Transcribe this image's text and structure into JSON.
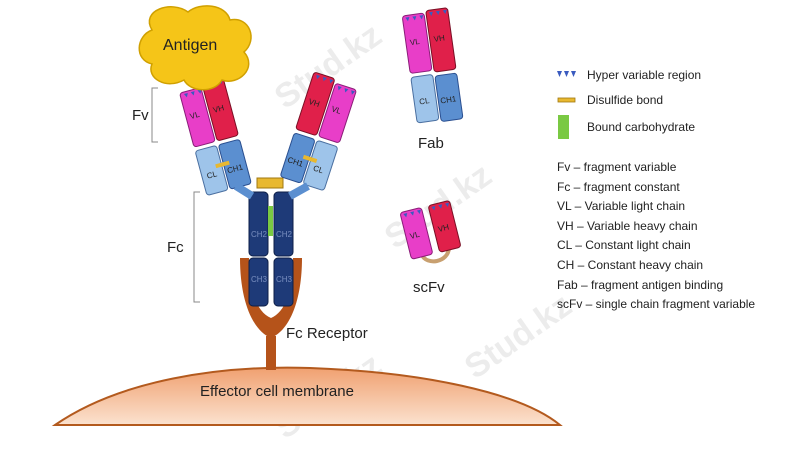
{
  "labels": {
    "antigen": "Antigen",
    "fv": "Fv",
    "fc": "Fc",
    "fab": "Fab",
    "scfv": "scFv",
    "fc_receptor": "Fc Receptor",
    "membrane": "Effector cell membrane",
    "watermark": "Stud.kz"
  },
  "domains": {
    "vl": "VL",
    "vh": "VH",
    "cl": "CL",
    "ch1": "CH1",
    "ch2": "CH2",
    "ch3": "CH3"
  },
  "legend": {
    "items": [
      {
        "text": "Hyper variable region"
      },
      {
        "text": "Disulfide bond"
      },
      {
        "text": "Bound carbohydrate"
      }
    ],
    "abbreviations": [
      "Fv – fragment variable",
      "Fc – fragment constant",
      "VL – Variable light chain",
      "VH – Variable heavy chain",
      "CL – Constant light chain",
      "CH – Constant heavy chain",
      "Fab – fragment antigen binding",
      "scFv – single chain fragment variable"
    ]
  },
  "colors": {
    "antigen": "#f5c518",
    "vl": "#e83ec8",
    "vh": "#e0204a",
    "constant_light": "#9ec4ea",
    "constant_heavy": "#5b8fd0",
    "fc_dark": "#1e3a78",
    "carbohydrate": "#7ac943",
    "disulfide": "#e8b830",
    "hypervariable": "#3a5bbf",
    "receptor": "#b5531a",
    "membrane": "#e28a4e",
    "linker": "#c8a070"
  }
}
